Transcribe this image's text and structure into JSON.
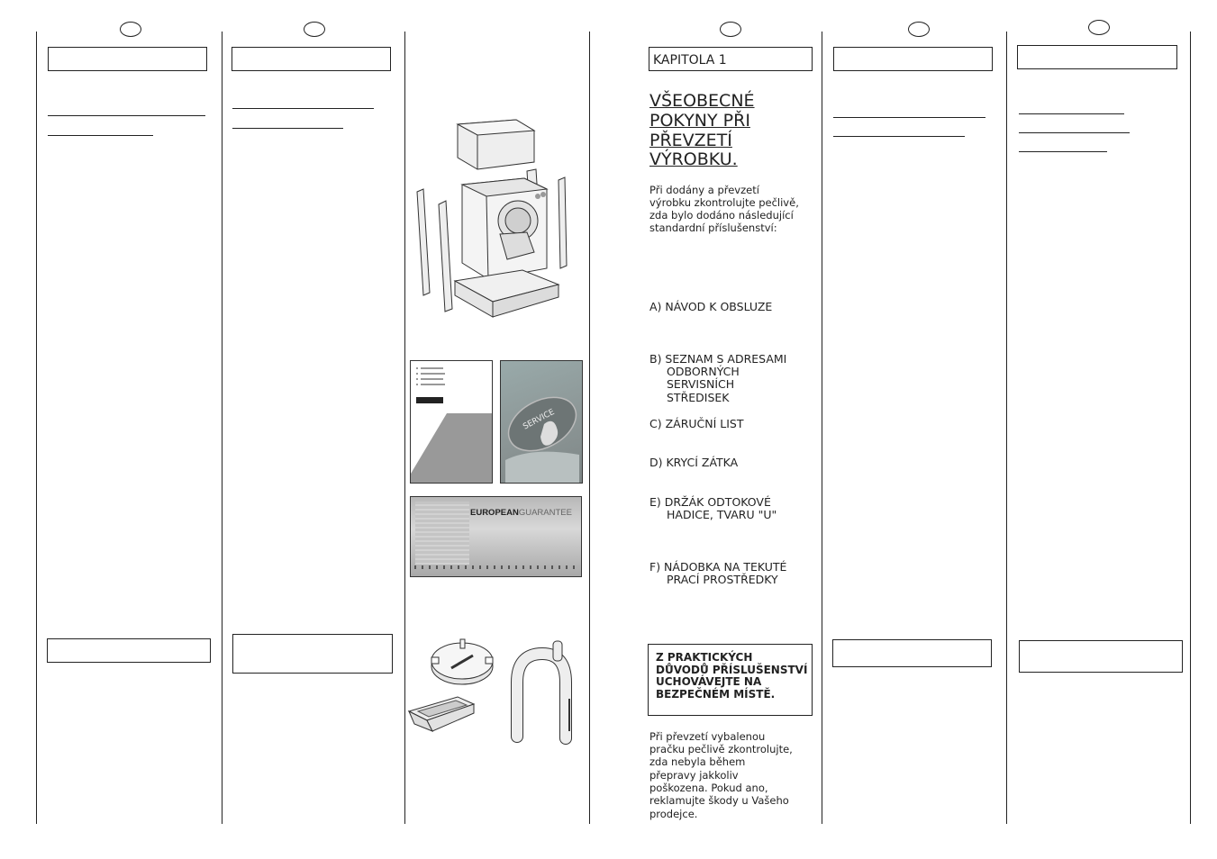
{
  "chapter": {
    "label": "KAPITOLA 1"
  },
  "section_title": [
    "VŠEOBECNÉ",
    "POKYNY PŘI",
    "PŘEVZETÍ",
    "VÝROBKU."
  ],
  "intro": [
    "Při dodány a převzetí",
    "výrobku zkontrolujte pečlivě,",
    "zda bylo dodáno následující",
    "standardní příslušenství:"
  ],
  "items": {
    "a": [
      "A) NÁVOD K OBSLUZE"
    ],
    "b": [
      "B) SEZNAM S ADRESAMI",
      "ODBORNÝCH",
      "SERVISNÍCH",
      "STŘEDISEK"
    ],
    "c": [
      "C) ZÁRUČNÍ LIST"
    ],
    "d": [
      "D) KRYCÍ ZÁTKA"
    ],
    "e": [
      "E) DRŽÁK ODTOKOVÉ",
      "HADICE, TVARU \"U\""
    ],
    "f": [
      "F) NÁDOBKA NA TEKUTÉ",
      "PRACÍ PROSTŘEDKY"
    ]
  },
  "note": [
    "Z PRAKTICKÝCH",
    "DŮVODŮ PŘÍSLUŠENSTVÍ",
    "UCHOVÁVEJTE NA",
    "BEZPEČNÉM MÍSTĚ."
  ],
  "closing": [
    "Při převzetí vybalenou",
    "pračku pečlivě zkontrolujte,",
    "zda nebyla během",
    "přepravy jakkoliv",
    "poškozena. Pokud ano,",
    "reklamujte škody u Vašeho",
    "prodejce."
  ],
  "images": {
    "service_text": "SERVICE",
    "guarantee_bold": "EUROPEAN",
    "guarantee_light": "GUARANTEE"
  },
  "icons": [
    "washing-machine-packaging-illustration",
    "manual-booklet-illustration",
    "service-booklet-illustration",
    "guarantee-card-illustration",
    "cover-cap-illustration",
    "detergent-container-illustration",
    "u-hose-holder-illustration"
  ]
}
